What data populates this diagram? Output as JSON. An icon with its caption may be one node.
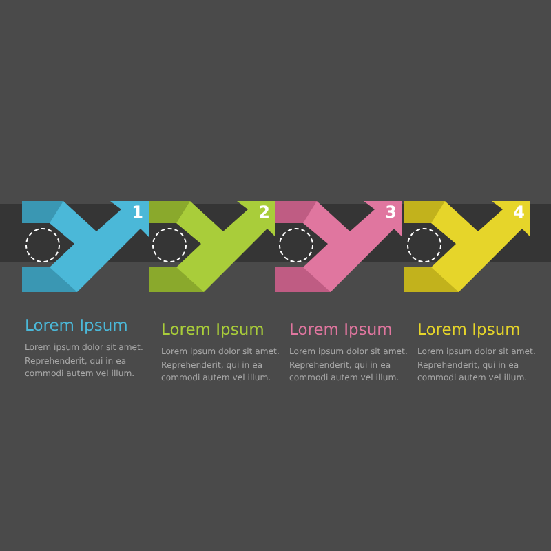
{
  "diagram": {
    "nodes": [
      {
        "text": [
          "1"
        ],
        "beside": [
          "Lorem Ipsum",
          "Lorem ipsum dolor sit amet. Reprehenderit, qui in ea commodi autem vel illum."
        ]
      },
      {
        "text": [
          "2"
        ],
        "beside": [
          "Lorem Ipsum",
          "Lorem ipsum dolor sit amet. Reprehenderit, qui in ea commodi autem vel illum."
        ]
      },
      {
        "text": [
          "3"
        ],
        "beside": [
          "Lorem Ipsum",
          "Lorem ipsum dolor sit amet. Reprehenderit, qui in ea commodi autem vel illum."
        ]
      },
      {
        "text": [
          "4"
        ],
        "beside": [
          "Lorem Ipsum",
          "Lorem ipsum dolor sit amet. Reprehenderit, qui in ea commodi autem vel illum."
        ]
      }
    ],
    "edges": []
  }
}
